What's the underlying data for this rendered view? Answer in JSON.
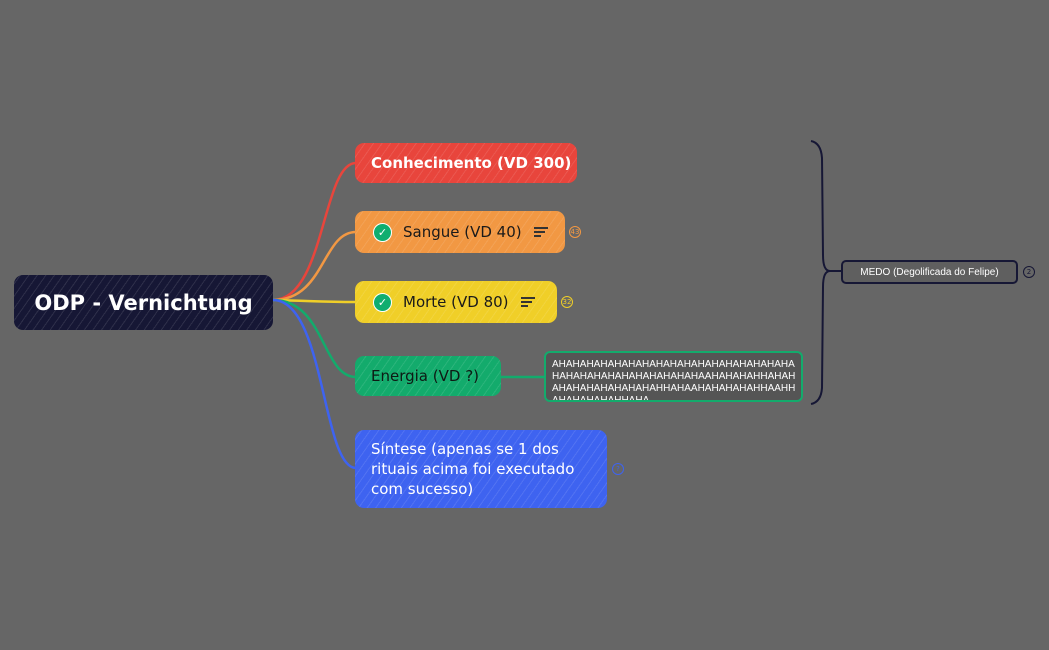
{
  "root": {
    "label": "ODP - Vernichtung"
  },
  "branches": [
    {
      "label": "Conhecimento (VD 300)"
    },
    {
      "label": "Sangue (VD 40)",
      "completed": true,
      "count": "43"
    },
    {
      "label": "Morte (VD 80)",
      "completed": true,
      "count": "32"
    },
    {
      "label": "Energia (VD ?)",
      "child": "AHAHAHAHAHAHAHAHAHAHAHAHAHAHAHAHAHAHAHAHAHAHAHAHAHAHAHAHAAHAHAHAHHAHAHAHAHAHAHAHAHAHAHHAHAAHAHAHAHAHHAAHHAHAHAHAHAHHAHA"
    },
    {
      "label": "Síntese (apenas se 1 dos rituais acima foi executado com sucesso)",
      "count": "?"
    }
  ],
  "floating_topic": {
    "label": "MEDO (Degolificada do Felipe)",
    "count": "2"
  },
  "colors": {
    "background": "#666666",
    "root": "#161735",
    "conhecimento": "#e8453c",
    "sangue": "#f29843",
    "morte": "#f0cf28",
    "energia": "#13ab6c",
    "sintese": "#3e63f0",
    "check": "#0fae6f"
  },
  "icons": {
    "completed": "check-circle-icon",
    "notes": "notes-icon"
  }
}
